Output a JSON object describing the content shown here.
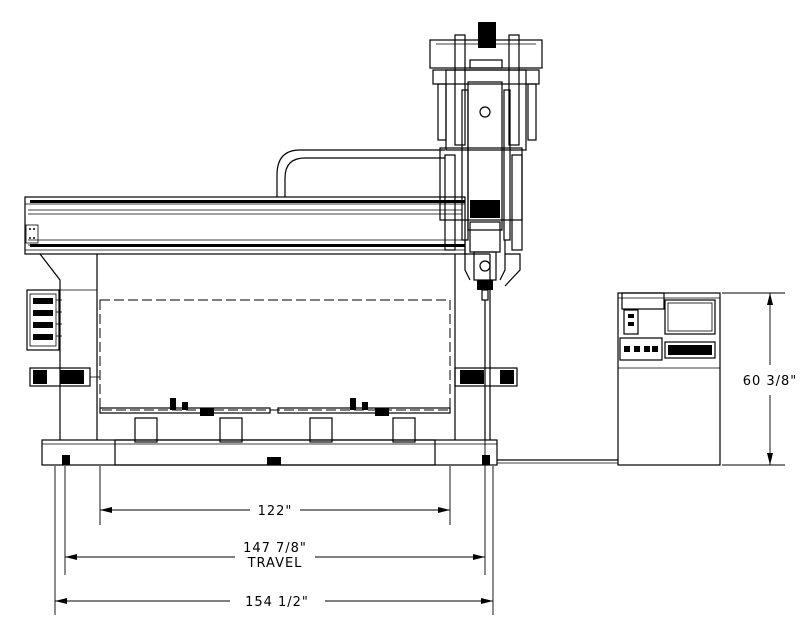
{
  "dimensions": {
    "inner_width": "122\"",
    "travel_width": "147 7/8\"",
    "travel_label": "TRAVEL",
    "overall_width": "154 1/2\"",
    "control_height": "60 3/8\""
  }
}
